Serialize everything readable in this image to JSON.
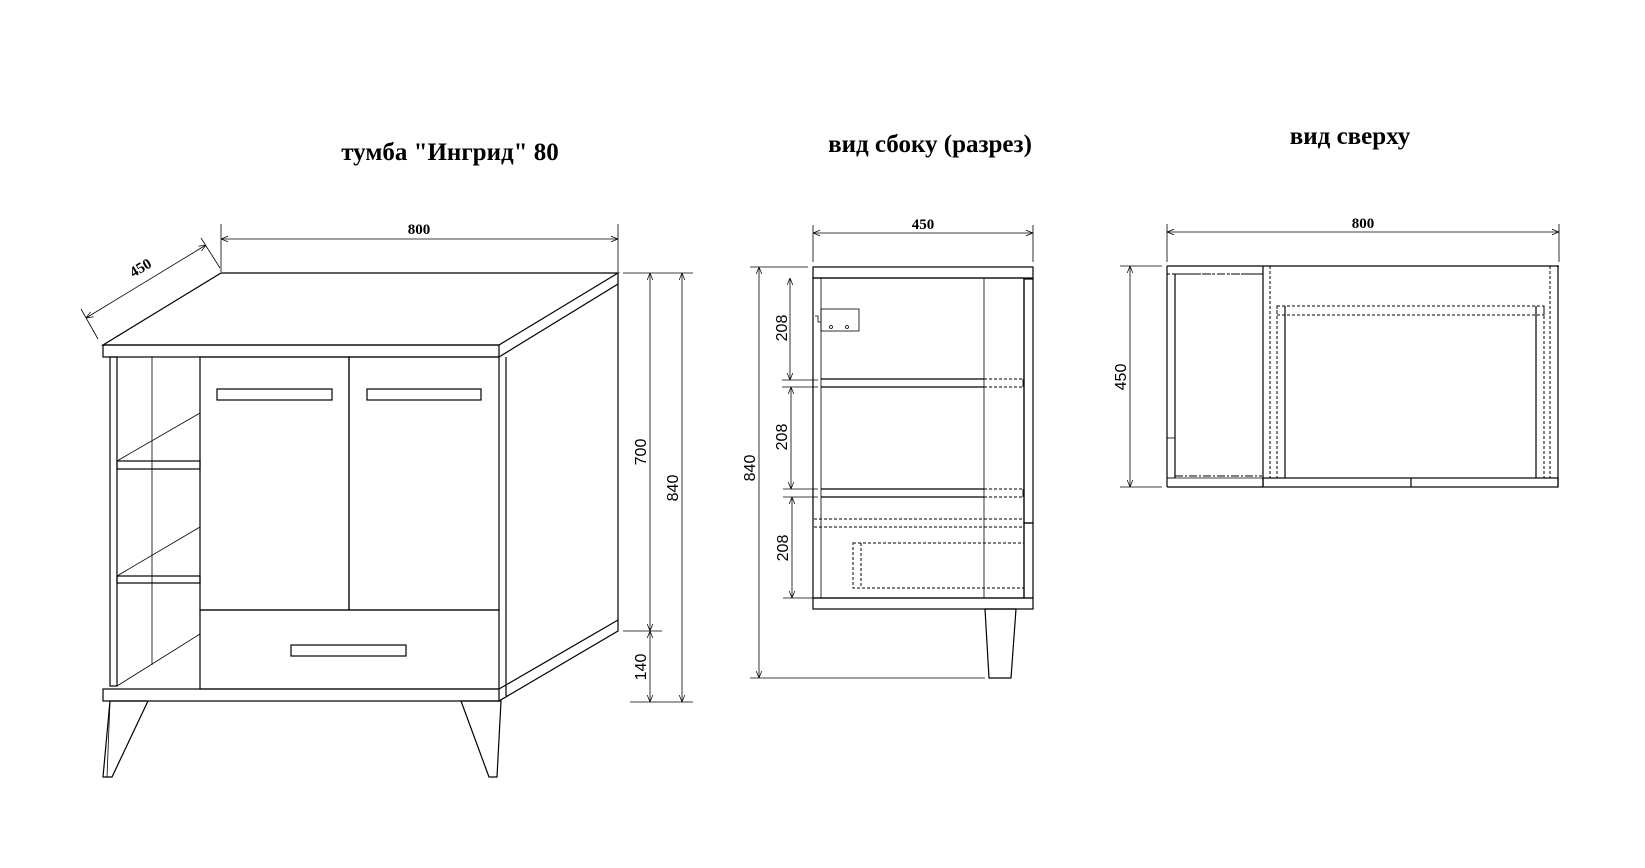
{
  "titles": {
    "front": "тумба \"Ингрид\" 80",
    "side": "вид сбоку (разрез)",
    "top": "вид сверху"
  },
  "front_view": {
    "width": "800",
    "depth": "450",
    "body_height": "700",
    "leg_height": "140",
    "total_height": "840"
  },
  "side_view": {
    "depth": "450",
    "total_height": "840",
    "section_1": "208",
    "section_2": "208",
    "section_3": "208"
  },
  "top_view": {
    "width": "800",
    "depth": "450"
  },
  "colors": {
    "line": "#000000",
    "background": "#ffffff"
  }
}
